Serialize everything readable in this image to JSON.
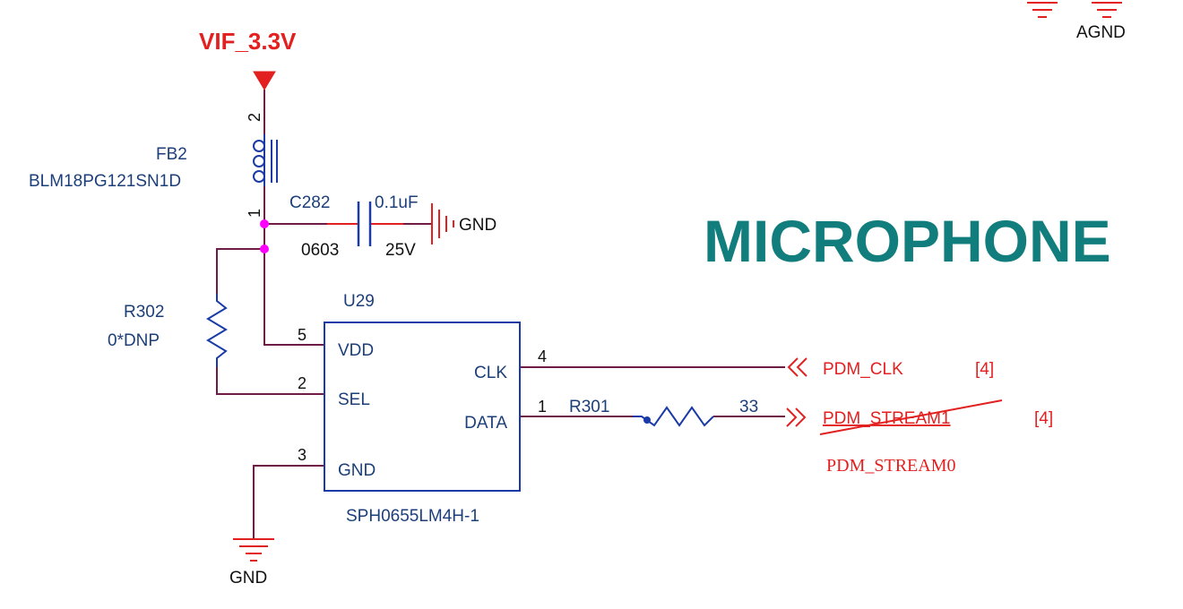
{
  "colors": {
    "wire": "#6e1c45",
    "part": "#1a3aa8",
    "label_blue": "#1c3f7a",
    "power": "#e32020",
    "junction": "#ff00ff",
    "title": "#127d7d",
    "text": "#111111"
  },
  "title": "MICROPHONE",
  "power_rail": {
    "name": "VIF_3.3V"
  },
  "ferrite": {
    "ref": "FB2",
    "value": "BLM18PG121SN1D",
    "pin_top": "2",
    "pin_bottom": "1",
    "icon": "ferrite-bead-icon"
  },
  "capacitor": {
    "ref": "C282",
    "value": "0.1uF",
    "package": "0603",
    "voltage": "25V",
    "ground": "GND",
    "icon": "capacitor-icon"
  },
  "resistor_sel": {
    "ref": "R302",
    "value": "0*DNP",
    "icon": "resistor-icon"
  },
  "mic": {
    "ref": "U29",
    "part": "SPH0655LM4H-1",
    "pins": {
      "vdd": {
        "num": "5",
        "name": "VDD"
      },
      "sel": {
        "num": "2",
        "name": "SEL"
      },
      "gnd": {
        "num": "3",
        "name": "GND"
      },
      "clk": {
        "num": "4",
        "name": "CLK"
      },
      "data": {
        "num": "1",
        "name": "DATA"
      }
    }
  },
  "resistor_data": {
    "ref": "R301",
    "value": "33",
    "icon": "resistor-icon"
  },
  "nets": {
    "clk": {
      "name": "PDM_CLK",
      "ref": "[4]"
    },
    "data": {
      "name": "PDM_STREAM1",
      "ref": "[4]",
      "replacement": "PDM_STREAM0"
    }
  },
  "ground_bottom": "GND",
  "agnd": "AGND"
}
